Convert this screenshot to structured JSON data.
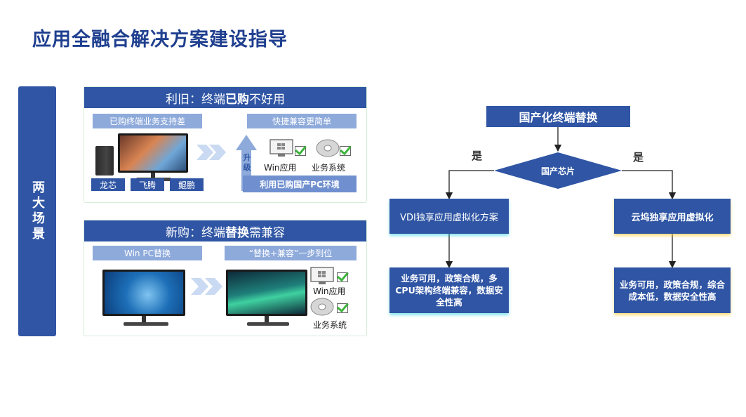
{
  "title": "应用全融合解决方案建设指导",
  "side_label": "两大场景",
  "top_panel": {
    "header_pre": "利旧：终端",
    "header_bold": "已购",
    "header_post": "不好用",
    "left_pill": "已购终端业务支持差",
    "right_pill": "快捷兼容更简单",
    "chips": [
      "龙芯",
      "飞腾",
      "鲲鹏"
    ],
    "upgrade_label": "升级",
    "win_app": "Win应用",
    "biz_system": "业务系统",
    "banner": "利用已购国产PC环境"
  },
  "bottom_panel": {
    "header_pre": "新购：终端",
    "header_bold": "替换",
    "header_post": "需兼容",
    "left_pill": "Win PC替换",
    "right_pill": "“替换+兼容”一步到位",
    "win_app": "Win应用",
    "biz_system": "业务系统"
  },
  "flowchart": {
    "start": "国产化终端替换",
    "decision": "国产芯片",
    "yes_left": "是",
    "yes_right": "是",
    "left_node": "VDI独享应用虚拟化方案",
    "right_node": "云坞独享应用虚拟化",
    "left_result": "业务可用，政策合规，多CPU架构终端兼容，数据安全性高",
    "right_result": "业务可用，政策合规，综合成本低，数据安全性高"
  },
  "colors": {
    "primary": "#2f55a4",
    "title": "#1f3f8f",
    "pill": "#8eaadb",
    "check": "#3cb43c"
  }
}
